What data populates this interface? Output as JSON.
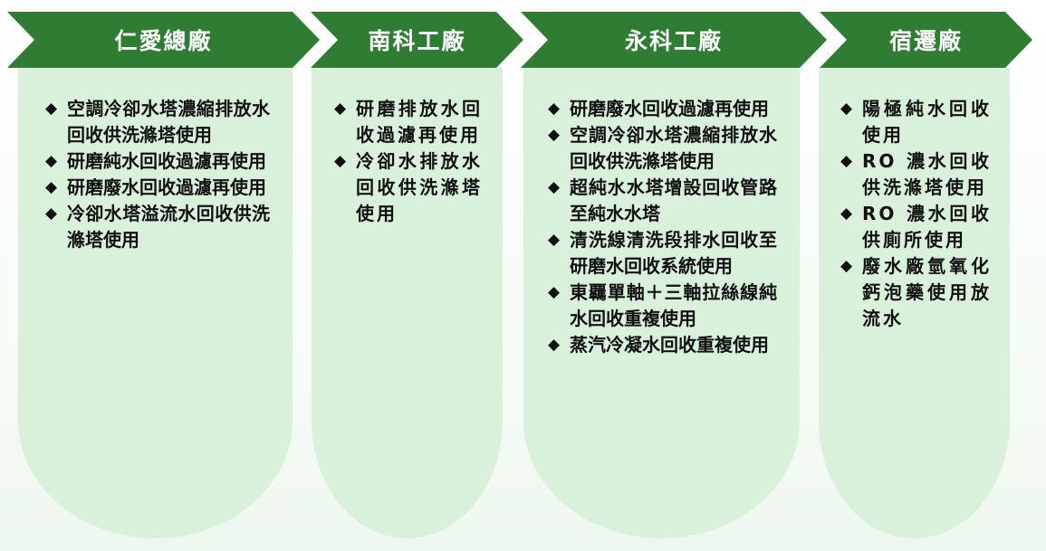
{
  "colors": {
    "chevron": "#2e7d32",
    "panel": "#d9f0db",
    "title_text": "#ffffff"
  },
  "columns": [
    {
      "title": "仁愛總廠",
      "items": [
        "空調冷卻水塔濃縮排放水回收供洗滌塔使用",
        "研磨純水回收過濾再使用",
        "研磨廢水回收過濾再使用",
        "冷卻水塔溢流水回收供洗滌塔使用"
      ]
    },
    {
      "title": "南科工廠",
      "items": [
        "研磨排放水回收過濾再使用",
        "冷卻水排放水回收供洗滌塔使用"
      ]
    },
    {
      "title": "永科工廠",
      "items": [
        "研磨廢水回收過濾再使用",
        "空調冷卻水塔濃縮排放水回收供洗滌塔使用",
        "超純水水塔增設回收管路至純水水塔",
        "清洗線清洗段排水回收至研磨水回收系統使用",
        "東覊單軸＋三軸拉絲線純水回收重複使用",
        "蒸汽冷凝水回收重複使用"
      ]
    },
    {
      "title": "宿遷廠",
      "items": [
        "陽極純水回收使用",
        "RO 濃水回收供洗滌塔使用",
        "RO 濃水回收供廁所使用",
        "廢水廠氫氧化鈣泡藥使用放流水"
      ]
    }
  ]
}
